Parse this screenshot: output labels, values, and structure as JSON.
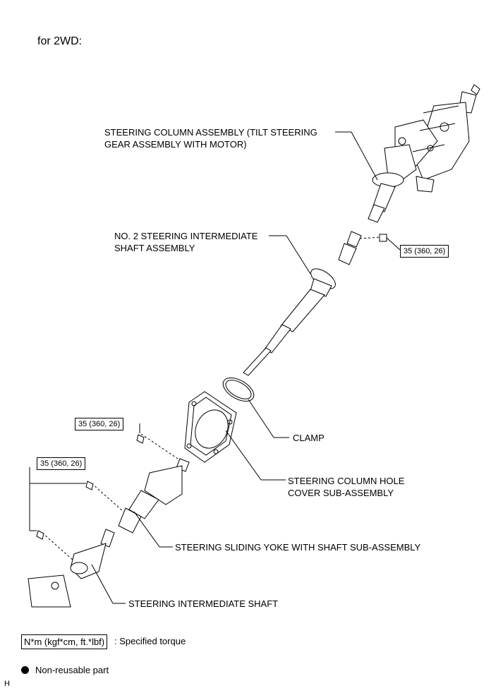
{
  "title": "for 2WD:",
  "labels": {
    "steering_column": "STEERING COLUMN ASSEMBLY (TILT STEERING",
    "steering_column_2": "GEAR ASSEMBLY WITH MOTOR)",
    "intermediate_shaft_no2": "NO. 2 STEERING INTERMEDIATE",
    "intermediate_shaft_no2_2": "SHAFT ASSEMBLY",
    "clamp": "CLAMP",
    "hole_cover": "STEERING COLUMN HOLE",
    "hole_cover_2": "COVER SUB-ASSEMBLY",
    "sliding_yoke": "STEERING SLIDING YOKE WITH SHAFT SUB-ASSEMBLY",
    "intermediate_shaft": "STEERING INTERMEDIATE SHAFT"
  },
  "torque": {
    "upper": "35 (360, 26)",
    "middle": "35 (360, 26)",
    "lower": "35 (360, 26)"
  },
  "legend": {
    "unit": "N*m (kgf*cm, ft.*lbf)",
    "unit_desc": ": Specified torque",
    "non_reusable": "Non-reusable part",
    "corner_mark": "H"
  }
}
